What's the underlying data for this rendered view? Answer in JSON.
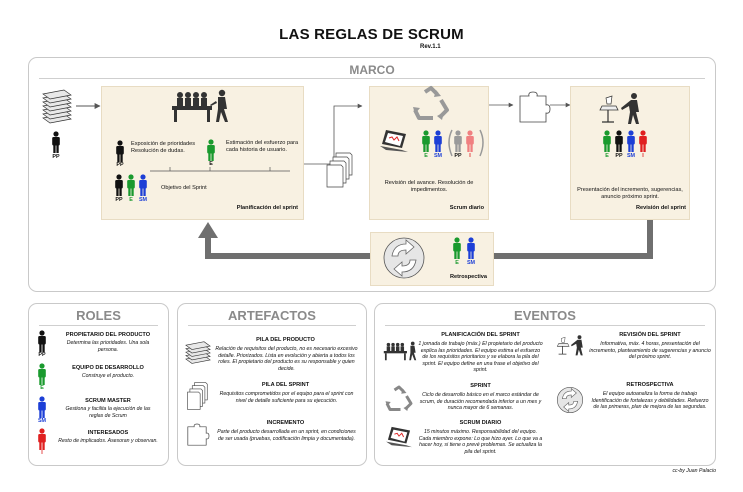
{
  "title": "LAS REGLAS DE SCRUM",
  "revision": "Rev.1.1",
  "marco": {
    "heading": "MARCO",
    "pp_label": "PP",
    "planificacion": {
      "expo": "Exposición de prioridades Resolución de dudas.",
      "estimacion": "Estimación del esfuerzo para cada historia de usuario.",
      "objetivo": "Objetivo del Sprint",
      "title": "Planificación del sprint",
      "pp": "PP",
      "e": "E",
      "sm": "SM"
    },
    "scrum_diario": {
      "text": "Revisión del avance. Resolución de impedimentos.",
      "title": "Scrum diario",
      "labels": [
        "E",
        "SM",
        "PP",
        "I"
      ]
    },
    "revision": {
      "text": "Presentación del incremento, sugerencias, anuncio próximo sprint.",
      "title": "Revisión del sprint",
      "labels": [
        "E",
        "PP",
        "SM",
        "I"
      ]
    },
    "retrospectiva": {
      "title": "Retrospectiva",
      "labels": [
        "E",
        "SM"
      ]
    }
  },
  "roles": {
    "heading": "ROLES",
    "items": [
      {
        "label": "PP",
        "title": "PROPIETARIO DEL PRODUCTO",
        "desc": "Determina las prioridades. Una sola persona.",
        "color": "#111111"
      },
      {
        "label": "E",
        "title": "EQUIPO DE DESARROLLO",
        "desc": "Construye el producto.",
        "color": "#1a9a2e"
      },
      {
        "label": "SM",
        "title": "SCRUM MASTER",
        "desc": "Gestiona y facilita la ejecución de las reglas de Scrum",
        "color": "#1d3fd6"
      },
      {
        "label": "I",
        "title": "INTERESADOS",
        "desc": "Resto de implicados. Asesoran y observan.",
        "color": "#e02020"
      }
    ]
  },
  "artefactos": {
    "heading": "ARTEFACTOS",
    "items": [
      {
        "title": "PILA DEL PRODUCTO",
        "desc": "Relación de requisitos del producto, no es necesario excesivo detalle. Priorizados. Lista en evolución y abierta a todos los roles. El propietario del producto es su responsable y quien decide.",
        "icon": "stack-icon"
      },
      {
        "title": "PILA DEL SPRINT",
        "desc": "Requisitos comprometidos por el equipo para el sprint con nivel de detalle suficiente para su ejecución.",
        "icon": "pages-icon"
      },
      {
        "title": "INCREMENTO",
        "desc": "Parte del producto desarrollada en un sprint, en condiciones de ser usada (pruebas, codificación limpia y documentada).",
        "icon": "puzzle-icon"
      }
    ]
  },
  "eventos": {
    "heading": "EVENTOS",
    "items": [
      {
        "title": "PLANIFICACIÓN DEL SPRINT",
        "desc": "1 jornada de trabajo (máx.) El propietario del producto explica las prioridades. El equipo estima el esfuerzo de los requisitos prioritarios y se elabora la pila del sprint. El equipo define en una frase el objetivo del sprint.",
        "icon": "meeting-icon"
      },
      {
        "title": "REVISIÓN DEL SPRINT",
        "desc": "Informativa, máx. 4 horas, presentación del incremento, planteamiento de sugerencias y anuncio del próximo sprint.",
        "icon": "presenter-icon"
      },
      {
        "title": "SPRINT",
        "desc": "Ciclo de desarrollo básico en el marco estándar de scrum, de duración recomendada inferior a un mes y nunca mayor de 6 semanas.",
        "icon": "recycle-icon"
      },
      {
        "title": "RETROSPECTIVA",
        "desc": "El equipo autoanaliza la forma de trabajo Identificación de fortalezas y debilidades. Refuerzo de las primeras, plan de mejora de las segundas.",
        "icon": "retro-icon"
      },
      {
        "title": "SCRUM DIARIO",
        "desc": "15 minutos máximo. Responsabilidad del equipo. Cada miembro expone: Lo que hizo ayer. Lo que va a hacer hoy, si tiene o prevé problemas. Se actualiza la pila del sprint.",
        "icon": "laptop-icon"
      }
    ],
    "credit": "cc-by Juan Palacio"
  },
  "colors": {
    "pp": "#111111",
    "e": "#1a9a2e",
    "sm": "#1d3fd6",
    "i": "#e02020",
    "pp_ghost": "#9a9a9a",
    "i_ghost": "#f08080"
  }
}
